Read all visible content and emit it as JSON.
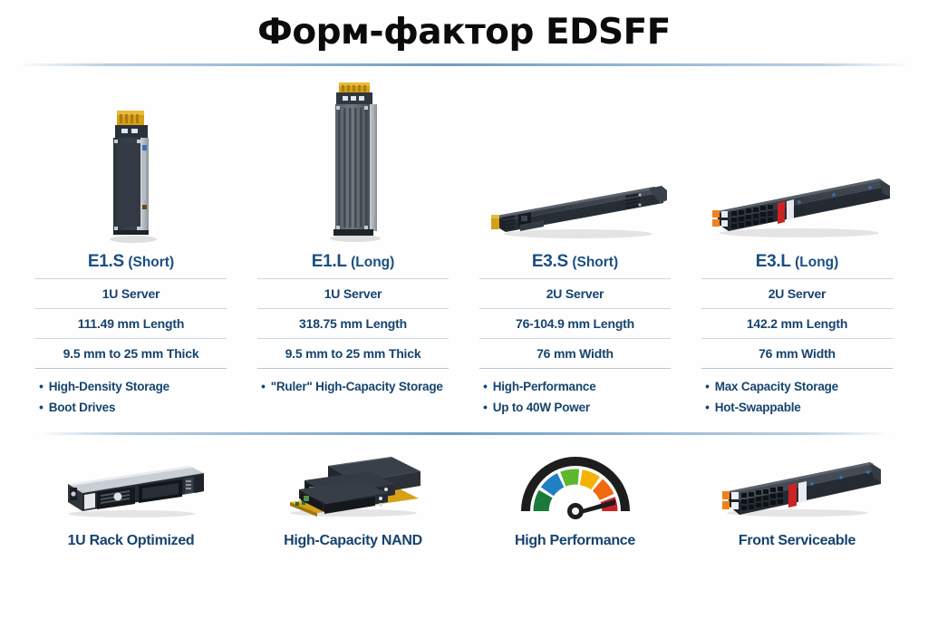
{
  "header": {
    "title": "Форм-фактор EDSFF"
  },
  "colors": {
    "heading_blue": "#1a4f82",
    "text_blue": "#17436e",
    "divider": "#ccd6de",
    "gauge_dark_green": "#1a7a3c",
    "gauge_blue": "#2180c4",
    "gauge_green": "#5cb82e",
    "gauge_yellow": "#f5b301",
    "gauge_orange": "#f06a10",
    "gauge_red": "#cc2027",
    "connector_gold": "#d4a017",
    "latch_red": "#cc2222",
    "tab_orange": "#f0821e"
  },
  "columns": [
    {
      "icon": "e1s-drive-icon",
      "code": "E1.S",
      "variant": "(Short)",
      "specs": [
        "1U Server",
        "111.49 mm Length",
        "9.5 mm to 25 mm Thick"
      ],
      "bullets": [
        "High-Density Storage",
        "Boot Drives"
      ]
    },
    {
      "icon": "e1l-drive-icon",
      "code": "E1.L",
      "variant": "(Long)",
      "specs": [
        "1U Server",
        "318.75 mm Length",
        "9.5 mm to 25 mm Thick"
      ],
      "bullets": [
        "\"Ruler\" High-Capacity Storage"
      ]
    },
    {
      "icon": "e3s-drive-icon",
      "code": "E3.S",
      "variant": "(Short)",
      "specs": [
        "2U Server",
        "76-104.9 mm Length",
        "76 mm Width"
      ],
      "bullets": [
        "High-Performance",
        "Up to 40W Power"
      ]
    },
    {
      "icon": "e3l-drive-icon",
      "code": "E3.L",
      "variant": "(Long)",
      "specs": [
        "2U Server",
        "142.2 mm Length",
        "76 mm Width"
      ],
      "bullets": [
        "Max Capacity Storage",
        "Hot-Swappable"
      ]
    }
  ],
  "features": [
    {
      "icon": "rack-server-icon",
      "label": "1U Rack Optimized"
    },
    {
      "icon": "nand-stack-icon",
      "label": "High-Capacity NAND"
    },
    {
      "icon": "gauge-icon",
      "label": "High Performance"
    },
    {
      "icon": "front-drive-icon",
      "label": "Front Serviceable"
    }
  ]
}
